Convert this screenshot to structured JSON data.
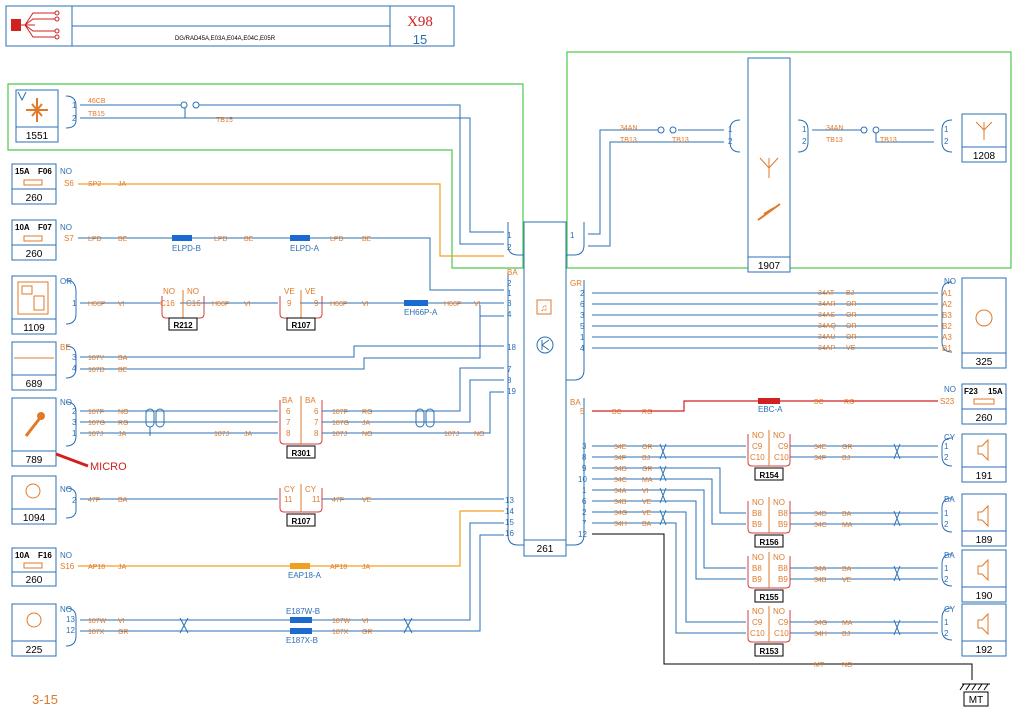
{
  "header": {
    "title_code": "X98",
    "page_no": "15",
    "subtitle": "DG/RAD45A,E03A,E04A,E04C,E05R",
    "footer_page": "3-15"
  },
  "components": {
    "c1551": "1551",
    "c260a": "260",
    "c260b": "260",
    "c1109": "1109",
    "c689": "689",
    "c789": "789",
    "c1094": "1094",
    "c260c": "260",
    "c225": "225",
    "c261": "261",
    "c1907": "1907",
    "c1208": "1208",
    "c325": "325",
    "c260d": "260",
    "c191": "191",
    "c189": "189",
    "c190": "190",
    "c192": "192",
    "cMT": "MT"
  },
  "relays": {
    "r212": "R212",
    "r107a": "R107",
    "r301": "R301",
    "r107b": "R107",
    "r154": "R154",
    "r156": "R156",
    "r155": "R155",
    "r153": "R153"
  },
  "fuses": {
    "f06_amp": "15A",
    "f06": "F06",
    "f07_amp": "10A",
    "f07": "F07",
    "f16_amp": "10A",
    "f16": "F16",
    "f23": "F23",
    "f23_amp": "15A"
  },
  "annotations": {
    "micro": "MICRO"
  },
  "wires": {
    "w46cb": "46CB",
    "wtb15a": "TB15",
    "wtb15b": "TB15",
    "wsp2": "SP2",
    "wja1": "JA",
    "wlpd1": "LPD",
    "wbe1": "BE",
    "welpdb": "ELPD-B",
    "wlpd2": "LPD",
    "wbe2": "BE",
    "welpda": "ELPD-A",
    "wlpd3": "LPD",
    "wbe3": "BE",
    "wh66p1": "H66P",
    "wvi1": "VI",
    "wh66p2": "H66P",
    "wvi2": "VI",
    "wh66p3": "H66P",
    "wvi3": "VI",
    "weh66pa": "EH66P-A",
    "wh66p4": "H66P",
    "wvi4": "VI",
    "w187y": "187Y",
    "wba1": "BA",
    "w187d": "187D",
    "wbe4": "BE",
    "w187f1": "187F",
    "wno1": "NO",
    "w187g1": "187G",
    "wrg1": "RG",
    "w187j1": "187J",
    "wja2": "JA",
    "w187j2": "187J",
    "wja3": "JA",
    "w187f2": "187F",
    "wrg2": "RG",
    "w187g2": "187G",
    "wja4": "JA",
    "w187j3": "187J",
    "wno2": "NO",
    "w187j4": "187J",
    "wno3": "NO",
    "w47f1": "47F",
    "wba2": "BA",
    "w47f2": "47F",
    "wve1": "VE",
    "wap18a": "AP18",
    "wja5": "JA",
    "weap18a": "EAP18-A",
    "wap18b": "AP18",
    "wja6": "JA",
    "w187w1": "187W",
    "wvi5": "VI",
    "w187x1": "187X",
    "wgr1": "GR",
    "we187wb": "E187W-B",
    "we187xb": "E187X-B",
    "w187w2": "187W",
    "wvi6": "VI",
    "w187x2": "187X",
    "wgr2": "GR",
    "w34an1": "34AN",
    "wtb13a": "TB13",
    "wtb13b": "TB13",
    "w34an2": "34AN",
    "wtb13c": "TB13",
    "wtb13d": "TB13",
    "w34at": "34AT",
    "wbj1": "BJ",
    "w34ar": "34AR",
    "wor1": "OR",
    "w34as": "34AS",
    "wor2": "OR",
    "w34aq": "34AQ",
    "wor3": "OR",
    "w34au": "34AU",
    "wor4": "OR",
    "w34ap": "34AP",
    "wve2": "VE",
    "wbc1": "BC",
    "wrg3": "RG",
    "webca": "EBC-A",
    "wbc2": "BC",
    "wrg4": "RG",
    "w34e1": "34E",
    "wor5": "OR",
    "w34f1": "34F",
    "wbj2": "BJ",
    "w34d1": "34D",
    "wgr3": "GR",
    "w34c1": "34C",
    "wma1": "MA",
    "w34a1": "34A",
    "wvi7": "VI",
    "w34b1": "34B",
    "wve3": "VE",
    "w34g1": "34G",
    "wve4": "VE",
    "w34h1": "34H",
    "wba3": "BA",
    "w34e2": "34E",
    "wgr4": "GR",
    "w34f2": "34F",
    "wbj3": "BJ",
    "w34d2": "34D",
    "wba4": "BA",
    "w34c2": "34C",
    "wma2": "MA",
    "w34a2": "34A",
    "wba5": "BA",
    "w34b2": "34B",
    "wve5": "VE",
    "w34g2": "34G",
    "wma3": "MA",
    "w34h2": "34H",
    "wbj4": "BJ",
    "wmt": "MT",
    "wno4": "NO"
  },
  "pins": {
    "p1551_1": "1",
    "p1551_2": "2",
    "p260a_no": "NO",
    "p260a_s6": "S6",
    "p260b_no": "NO",
    "p260b_s7": "S7",
    "p1109_or": "OR",
    "p1109_1": "1",
    "p689_be": "BE",
    "p689_3": "3",
    "p689_4": "4",
    "p789_no": "NO",
    "p789_2": "2",
    "p789_3": "3",
    "p789_1": "1",
    "p1094_no": "NO",
    "p1094_2": "2",
    "p260c_no": "NO",
    "p260c_s16": "S16",
    "p225_no": "NO",
    "p225_13": "13",
    "p225_12": "12",
    "p261_ba": "BA",
    "p261_2": "2",
    "p261_1": "1",
    "p261_3": "3",
    "p261_4": "4",
    "p261_18": "18",
    "p261_7": "7",
    "p261_8": "8",
    "p261_19": "19",
    "p261_13": "13",
    "p261_14": "14",
    "p261_15": "15",
    "p261_16": "16",
    "p261_gr": "GR",
    "p261_r2": "2",
    "p261_r6": "6",
    "p261_r3": "3",
    "p261_r5": "5",
    "p261_r1": "1",
    "p261_r4": "4",
    "p261_ba2": "BA",
    "p261_r5b": "5",
    "p261_r3b": "3",
    "p261_r8": "8",
    "p261_r9": "9",
    "p261_r10": "10",
    "p261_r1b": "1",
    "p261_r6b": "6",
    "p261_r2b": "2",
    "p261_r7": "7",
    "p261_r12": "12",
    "p261t_1": "1",
    "p261t_2": "2",
    "p1907_1": "1",
    "p1907_2": "2",
    "p1907_r1": "1",
    "p1907_r2": "2",
    "p1208_1": "1",
    "p1208_2": "2",
    "p325_no": "NO",
    "p325_a1": "A1",
    "p325_a2": "A2",
    "p325_b3": "B3",
    "p325_b2": "B2",
    "p325_a3": "A3",
    "p325_b1": "B1",
    "p260d_no": "NO",
    "p260d_s23": "S23",
    "p191_cy": "CY",
    "p191_1": "1",
    "p191_2": "2",
    "p189_ba": "BA",
    "p189_1": "1",
    "p189_2": "2",
    "p190_ba": "BA",
    "p190_1": "1",
    "p190_2": "2",
    "p192_cy": "CY",
    "p192_1": "1",
    "p192_2": "2",
    "r212_no1": "NO",
    "r212_no2": "NO",
    "r212_c16a": "C16",
    "r212_c16b": "C16",
    "r107a_ve1": "VE",
    "r107a_ve2": "VE",
    "r107a_9a": "9",
    "r107a_9b": "9",
    "r301_ba1": "BA",
    "r301_ba2": "BA",
    "r301_6a": "6",
    "r301_7a": "7",
    "r301_8a": "8",
    "r301_6b": "6",
    "r301_7b": "7",
    "r301_8b": "8",
    "r107b_cy1": "CY",
    "r107b_cy2": "CY",
    "r107b_11a": "11",
    "r107b_11b": "11",
    "r154_no1": "NO",
    "r154_no2": "NO",
    "r154_c9a": "C9",
    "r154_c10a": "C10",
    "r154_c9b": "C9",
    "r154_c10b": "C10",
    "r156_no1": "NO",
    "r156_no2": "NO",
    "r156_b8a": "B8",
    "r156_b9a": "B9",
    "r156_b8b": "B8",
    "r156_b9b": "B9",
    "r155_no1": "NO",
    "r155_no2": "NO",
    "r155_b8a": "B8",
    "r155_b9a": "B9",
    "r155_b8b": "B8",
    "r155_b9b": "B9",
    "r153_no1": "NO",
    "r153_no2": "NO",
    "r153_c9a": "C9",
    "r153_c10a": "C10",
    "r153_c9b": "C9",
    "r153_c10b": "C10"
  }
}
